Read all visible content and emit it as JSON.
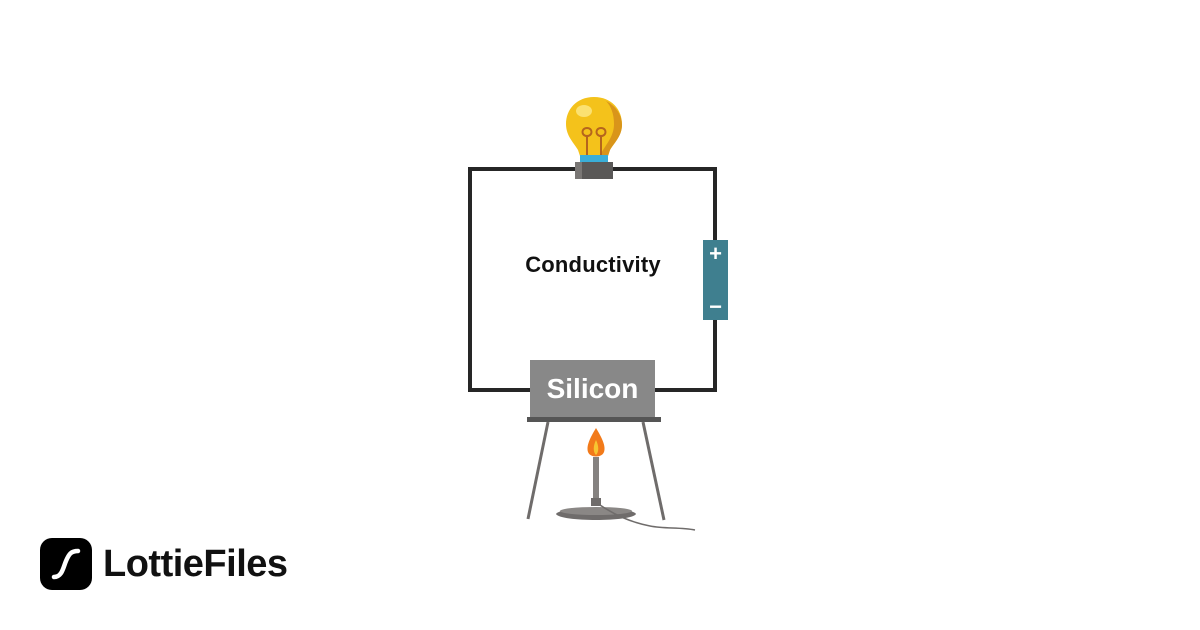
{
  "diagram": {
    "title": "Conductivity",
    "material_label": "Silicon",
    "battery": {
      "positive_symbol": "+",
      "negative_symbol": "−"
    },
    "colors": {
      "wire": "#262626",
      "battery": "#3f7f8f",
      "material_box": "#888888",
      "bulb_glass": "#f5c518",
      "bulb_collar": "#3aaed8",
      "flame": "#f27a1a"
    },
    "components": [
      "light-bulb",
      "wire-circuit",
      "battery",
      "silicon-sample",
      "tripod-stand",
      "bunsen-burner"
    ]
  },
  "branding": {
    "logo_text": "LottieFiles"
  }
}
